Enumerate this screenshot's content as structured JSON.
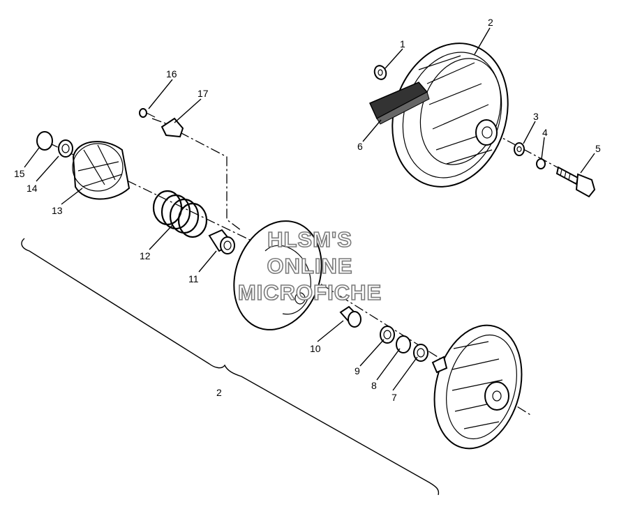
{
  "callouts": {
    "c1": "1",
    "c2": "2",
    "c3": "3",
    "c4": "4",
    "c5": "5",
    "c6": "6",
    "c7": "7",
    "c8": "8",
    "c9": "9",
    "c10": "10",
    "c11": "11",
    "c12": "12",
    "c13": "13",
    "c14": "14",
    "c15": "15",
    "c16": "16",
    "c17": "17",
    "c2_group": "2"
  },
  "watermark": {
    "line1": "HLSM'S",
    "line2": "ONLINE",
    "line3": "MICROFICHE"
  }
}
